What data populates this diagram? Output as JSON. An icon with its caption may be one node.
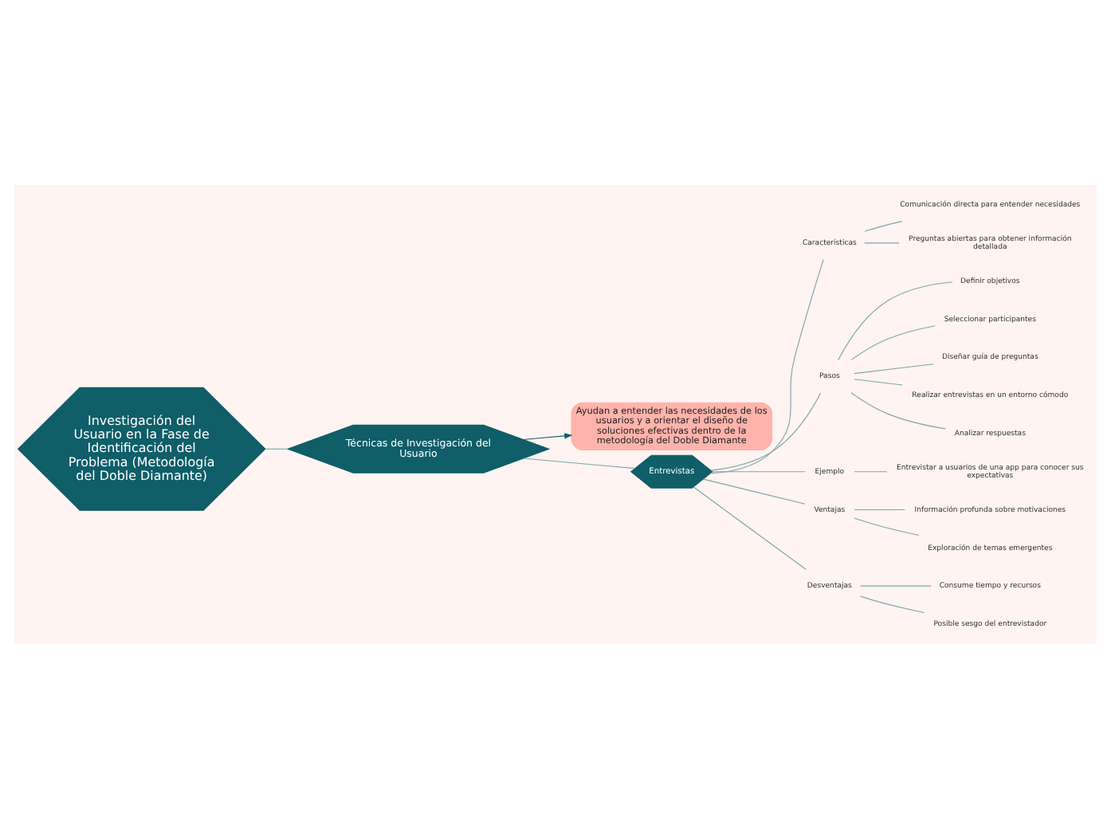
{
  "diagram": {
    "nodes": [
      {
        "text": [
          "Investigación del Usuario en la Fase de Identificación del Problema (Metodología del Doble Diamante)"
        ]
      },
      {
        "text": [
          "Técnicas de Investigación del Usuario"
        ]
      },
      {
        "text": [
          "Ayudan a entender las necesidades de los usuarios y a orientar el diseño de soluciones efectivas dentro de la metodología del Doble Diamante"
        ]
      },
      {
        "text": [
          "Entrevistas"
        ]
      },
      {
        "text": [
          "Características"
        ]
      },
      {
        "text": [
          "Comunicación directa para entender necesidades"
        ]
      },
      {
        "text": [
          "Preguntas abiertas para obtener información detallada"
        ]
      },
      {
        "text": [
          "Pasos"
        ]
      },
      {
        "text": [
          "Definir objetivos"
        ]
      },
      {
        "text": [
          "Seleccionar participantes"
        ]
      },
      {
        "text": [
          "Diseñar guía de preguntas"
        ]
      },
      {
        "text": [
          "Realizar entrevistas en un entorno cómodo"
        ]
      },
      {
        "text": [
          "Analizar respuestas"
        ]
      },
      {
        "text": [
          "Ejemplo"
        ]
      },
      {
        "text": [
          "Entrevistar a usuarios de una app para conocer sus expectativas"
        ]
      },
      {
        "text": [
          "Ventajas"
        ]
      },
      {
        "text": [
          "Información profunda sobre motivaciones"
        ]
      },
      {
        "text": [
          "Exploración de temas emergentes"
        ]
      },
      {
        "text": [
          "Desventajas"
        ]
      },
      {
        "text": [
          "Consume tiempo y recursos"
        ]
      },
      {
        "text": [
          "Posible sesgo del entrevistador"
        ]
      }
    ],
    "edges": [
      {
        "from": 0,
        "to": 1,
        "arrow": "none"
      },
      {
        "from": 1,
        "to": 2,
        "arrow": "to",
        "color": "#0f5e68"
      },
      {
        "from": 1,
        "to": 3,
        "arrow": "none"
      },
      {
        "from": 3,
        "to": 4,
        "arrow": "none"
      },
      {
        "from": 4,
        "to": 5,
        "arrow": "none"
      },
      {
        "from": 4,
        "to": 6,
        "arrow": "none"
      },
      {
        "from": 3,
        "to": 7,
        "arrow": "none"
      },
      {
        "from": 7,
        "to": 8,
        "arrow": "none"
      },
      {
        "from": 7,
        "to": 9,
        "arrow": "none"
      },
      {
        "from": 7,
        "to": 10,
        "arrow": "none"
      },
      {
        "from": 7,
        "to": 11,
        "arrow": "none"
      },
      {
        "from": 7,
        "to": 12,
        "arrow": "none"
      },
      {
        "from": 3,
        "to": 13,
        "arrow": "none"
      },
      {
        "from": 13,
        "to": 14,
        "arrow": "none"
      },
      {
        "from": 3,
        "to": 15,
        "arrow": "none"
      },
      {
        "from": 15,
        "to": 16,
        "arrow": "none"
      },
      {
        "from": 15,
        "to": 17,
        "arrow": "none"
      },
      {
        "from": 3,
        "to": 18,
        "arrow": "none"
      },
      {
        "from": 18,
        "to": 19,
        "arrow": "none"
      },
      {
        "from": 18,
        "to": 20,
        "arrow": "none"
      }
    ]
  }
}
